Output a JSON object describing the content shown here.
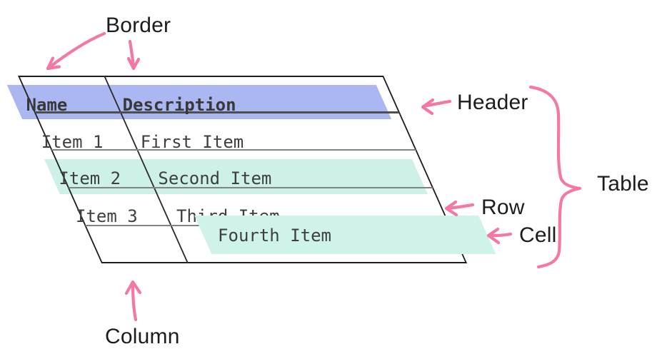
{
  "labels": {
    "border": "Border",
    "header": "Header",
    "table": "Table",
    "row": "Row",
    "cell": "Cell",
    "column": "Column"
  },
  "table": {
    "header": [
      "Name",
      "Description"
    ],
    "rows": [
      [
        "Item 1",
        "First Item"
      ],
      [
        "Item 2",
        "Second Item"
      ],
      [
        "Item 3",
        "Third Item"
      ],
      [
        "",
        "Fourth Item"
      ]
    ]
  },
  "colors": {
    "annotation": "#F478A3",
    "header_highlight": "#ABB7F1",
    "row_highlight": "#CDF1E8",
    "cell_highlight": "#CFF2E9",
    "label_text": "#1C1C1C",
    "table_text": "#3F3F3F",
    "border": "#1F1F1F",
    "grid_line": "#828282"
  }
}
